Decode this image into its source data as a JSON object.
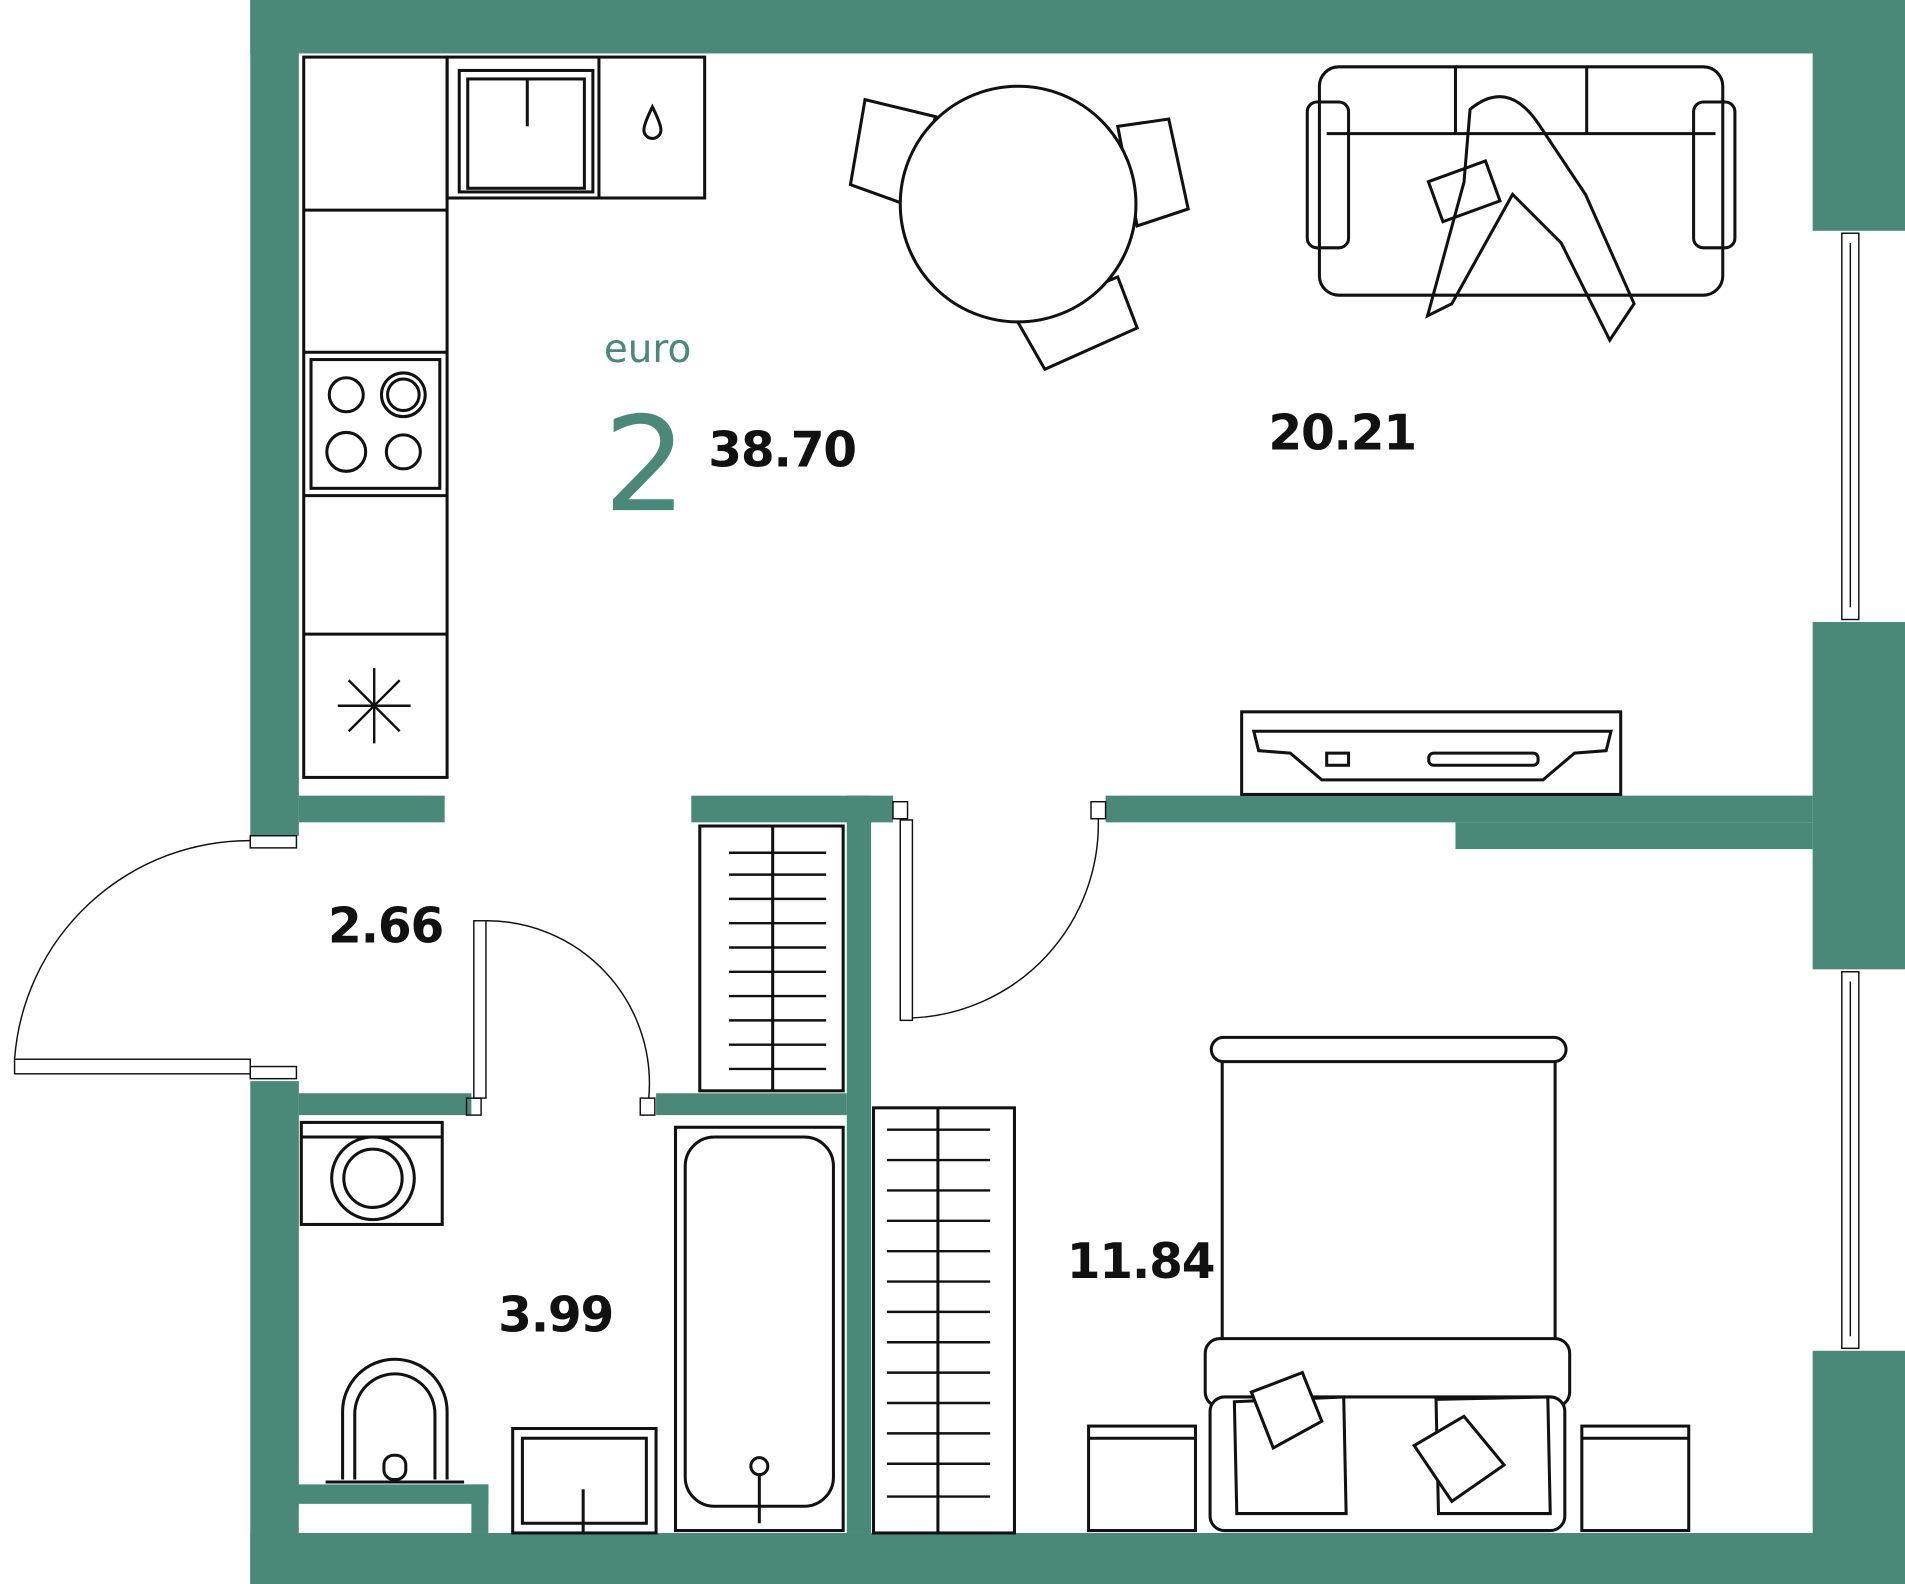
{
  "plan": {
    "type_label": "euro",
    "rooms_count": "2",
    "total_area": "38.70",
    "rooms": [
      {
        "name": "living-kitchen",
        "area": "20.21"
      },
      {
        "name": "hallway",
        "area": "2.66"
      },
      {
        "name": "bathroom",
        "area": "3.99"
      },
      {
        "name": "bedroom",
        "area": "11.84"
      }
    ]
  },
  "colors": {
    "wall": "#4a8977",
    "accent": "#4a8977",
    "line": "#111111"
  },
  "icons": [
    "snowflake-icon",
    "water-drop-icon"
  ]
}
